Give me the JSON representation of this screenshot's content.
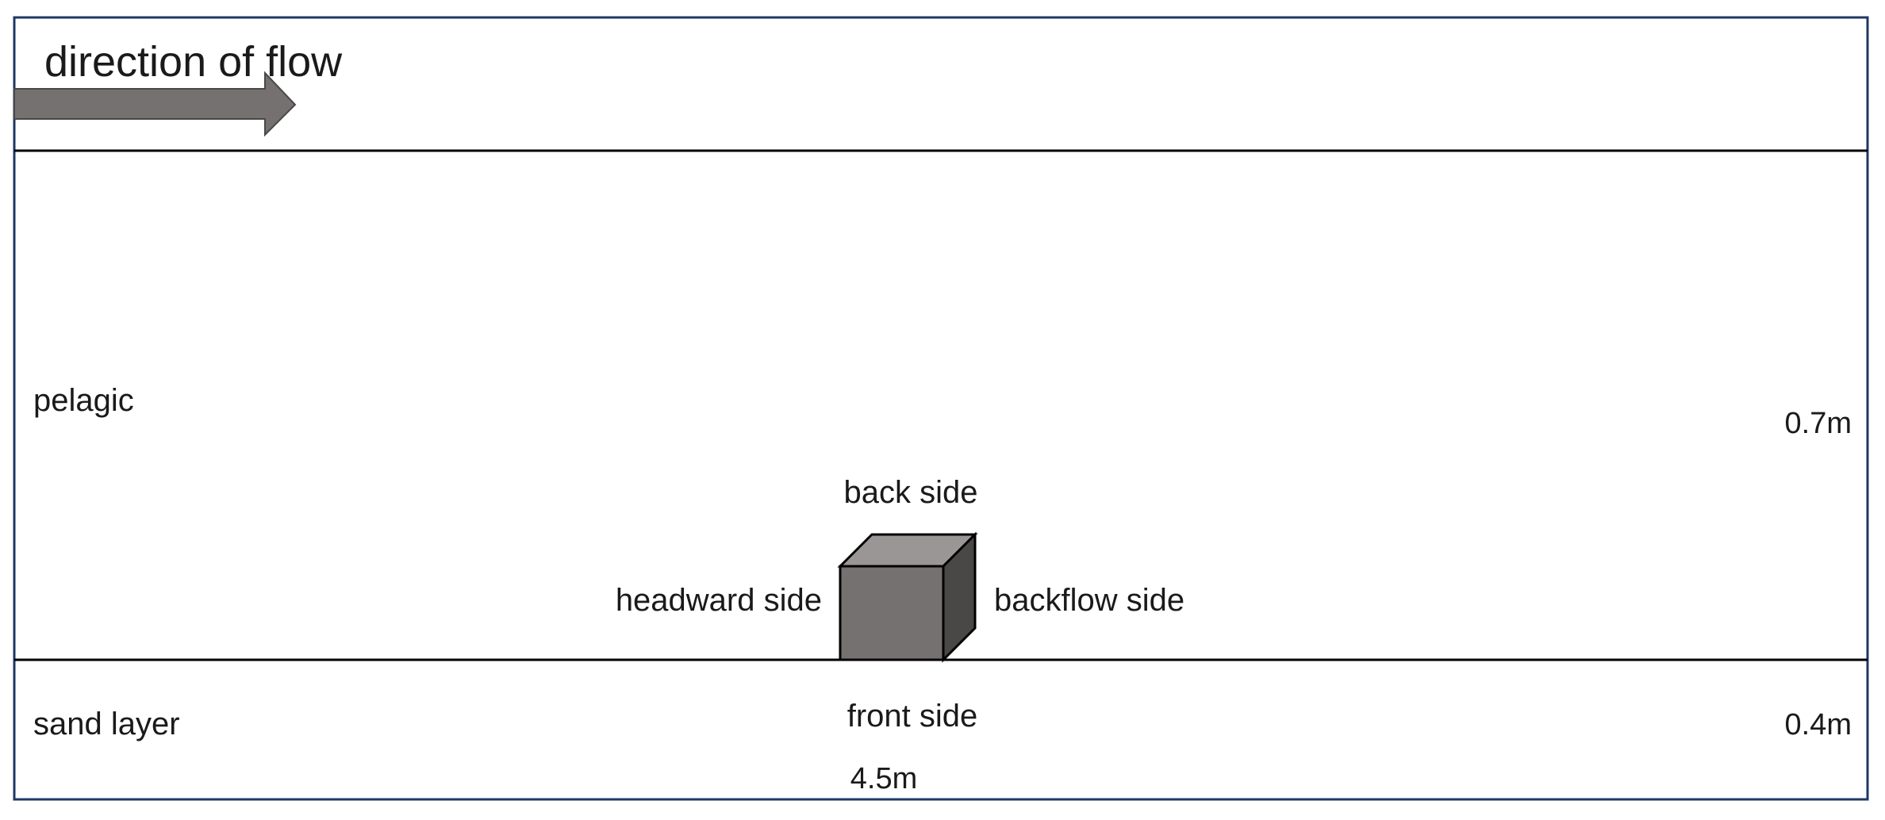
{
  "labels": {
    "flow_direction": "direction of flow",
    "upper_region": "pelagic",
    "lower_region": "sand layer",
    "top_face": "back side",
    "left_face": "headward side",
    "right_face": "backflow side",
    "bottom_face": "front side",
    "upper_depth": "0.7m",
    "lower_depth": "0.4m",
    "length": "4.5m"
  },
  "colors": {
    "frame": "#1f3864",
    "line": "#000000",
    "arrow_fill": "#767171",
    "cube_front": "#767171",
    "cube_top": "#9a9696",
    "cube_side": "#4a4747"
  }
}
